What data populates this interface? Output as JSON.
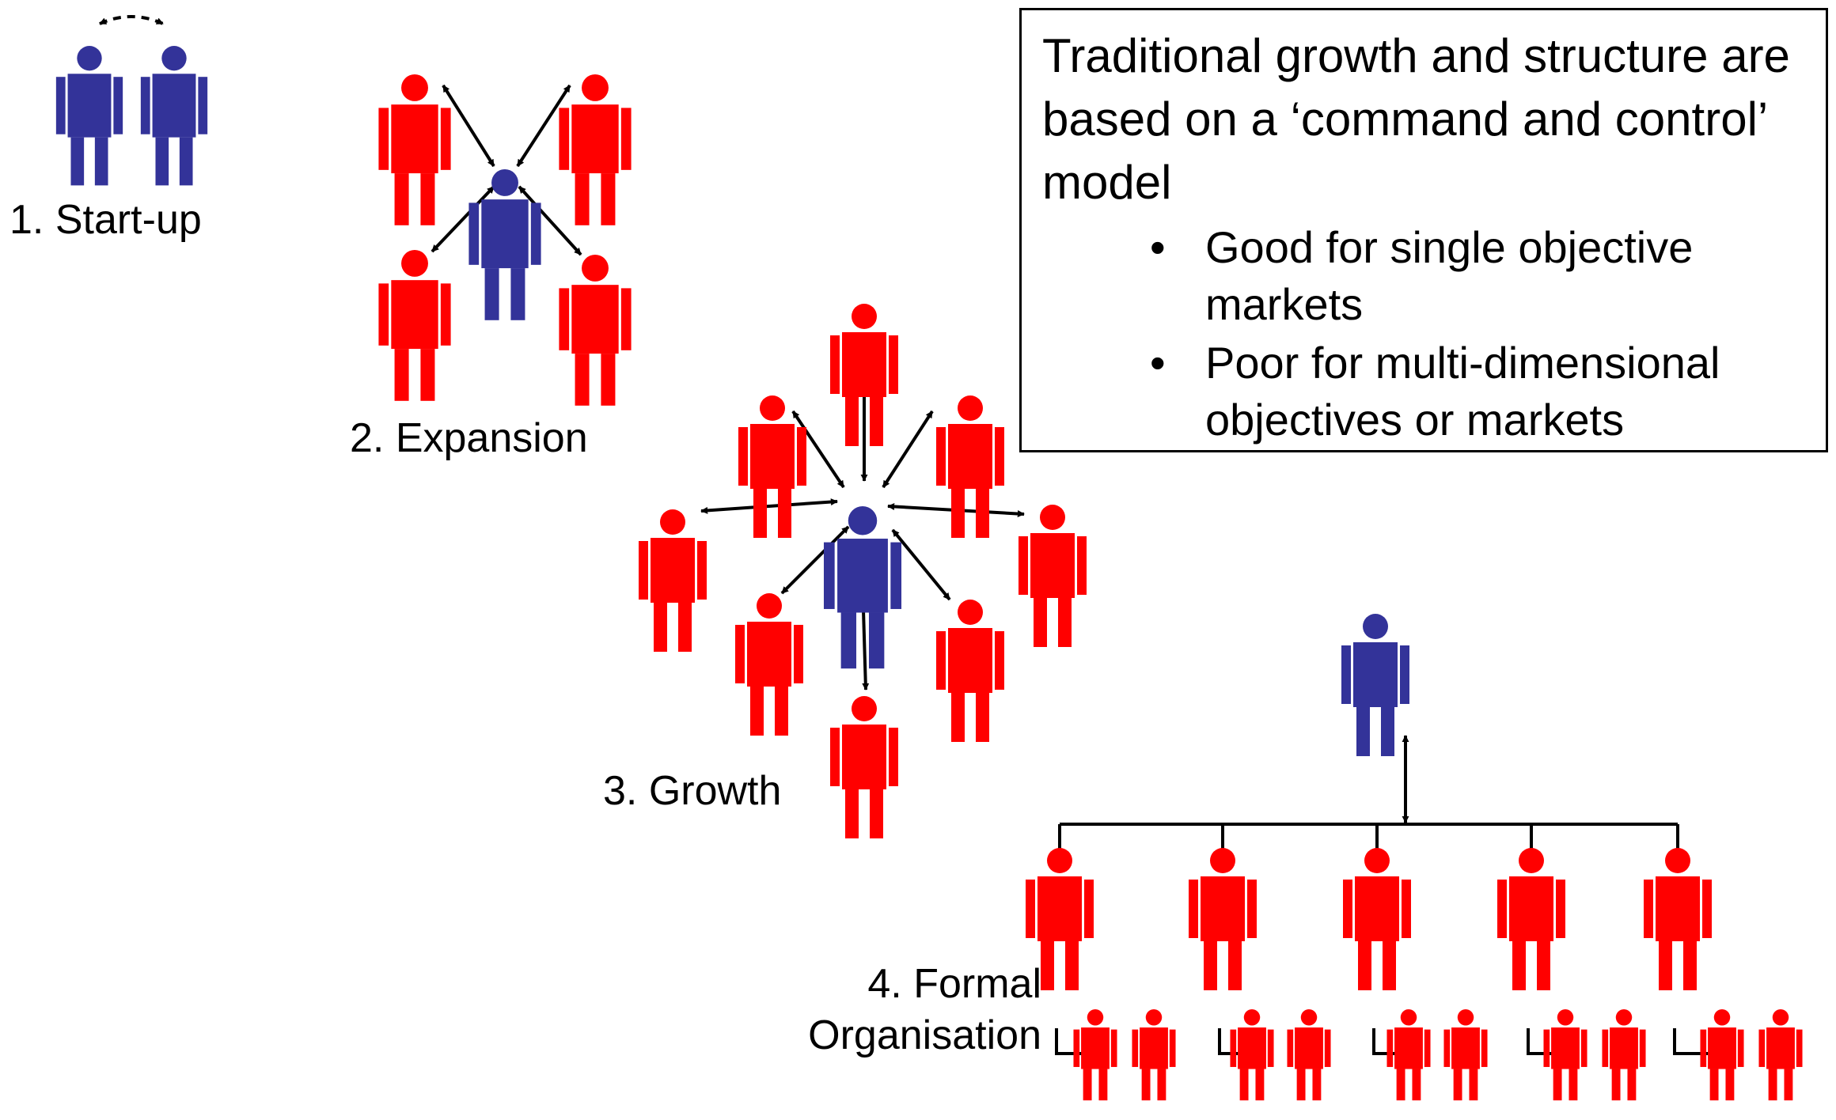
{
  "stages": [
    {
      "id": "start-up",
      "label": "1. Start-up"
    },
    {
      "id": "expansion",
      "label": "2. Expansion"
    },
    {
      "id": "growth",
      "label": "3. Growth"
    },
    {
      "id": "formal",
      "label_lines": [
        "4. Formal",
        "Organisation"
      ]
    }
  ],
  "textbox": {
    "heading": "Traditional growth and structure are based on a ‘command and control’ model",
    "bullet_symbol": "•",
    "bullets": [
      "Good for single objective markets",
      "Poor for multi-dimensional objectives or markets"
    ]
  },
  "colors": {
    "leader": "#333399",
    "staff": "#ff0000",
    "line": "#000000"
  }
}
